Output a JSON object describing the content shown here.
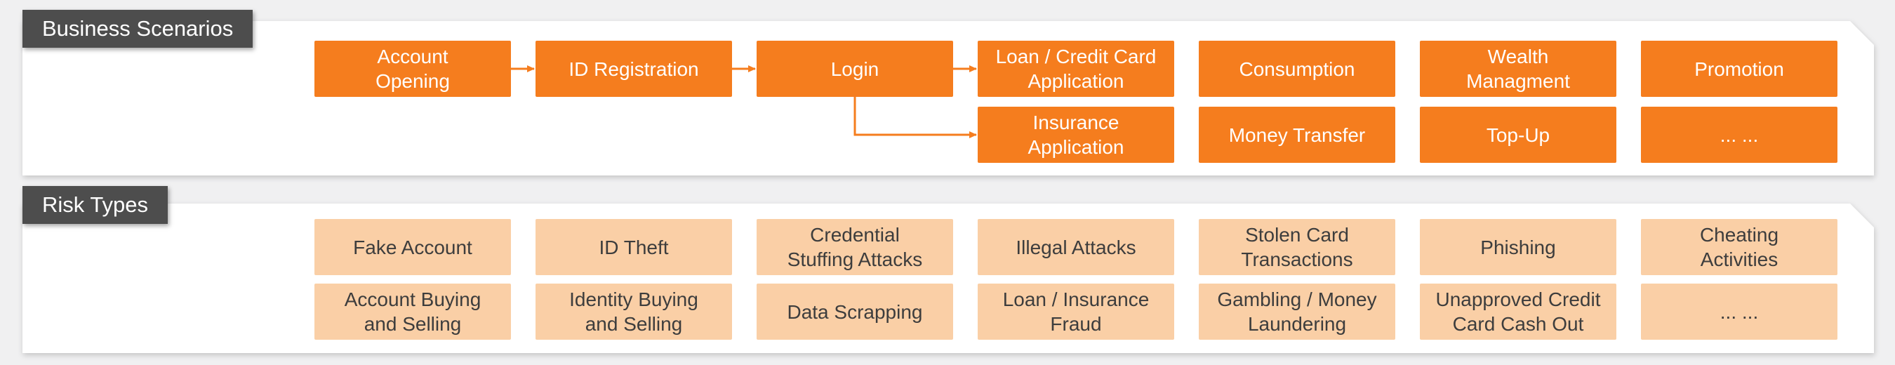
{
  "diagram": {
    "business": {
      "label": "Business Scenarios",
      "row1": [
        "Account\nOpening",
        "ID Registration",
        "Login",
        "Loan / Credit Card\nApplication",
        "Consumption",
        "Wealth\nManagment",
        "Promotion"
      ],
      "row2": [
        "Insurance\nApplication",
        "Money Transfer",
        "Top-Up",
        "... ..."
      ]
    },
    "risk": {
      "label": "Risk Types",
      "row1": [
        "Fake Account",
        "ID Theft",
        "Credential\nStuffing Attacks",
        "Illegal Attacks",
        "Stolen Card\nTransactions",
        "Phishing",
        "Cheating\nActivities"
      ],
      "row2": [
        "Account Buying\nand Selling",
        "Identity Buying\nand Selling",
        "Data Scrapping",
        "Loan / Insurance\nFraud",
        "Gambling / Money\nLaundering",
        "Unapproved Credit\nCard Cash Out",
        "... ..."
      ]
    },
    "flow_arrows": [
      {
        "from": "Account Opening",
        "to": "ID Registration",
        "shape": "straight"
      },
      {
        "from": "ID Registration",
        "to": "Login",
        "shape": "straight"
      },
      {
        "from": "Login",
        "to": "Loan / Credit Card Application",
        "shape": "straight"
      },
      {
        "from": "Login",
        "to": "Insurance Application",
        "shape": "elbow"
      }
    ],
    "colors": {
      "scenario_box": "#F57D1E",
      "risk_box": "#FACFA6",
      "label_bg": "#4D4D4D",
      "arrow": "#F57D1E",
      "scenario_text": "#FFFFFF",
      "risk_text": "#3D3D3D",
      "panel_bg": "#FFFFFF",
      "page_bg": "#F0F0F1"
    }
  }
}
